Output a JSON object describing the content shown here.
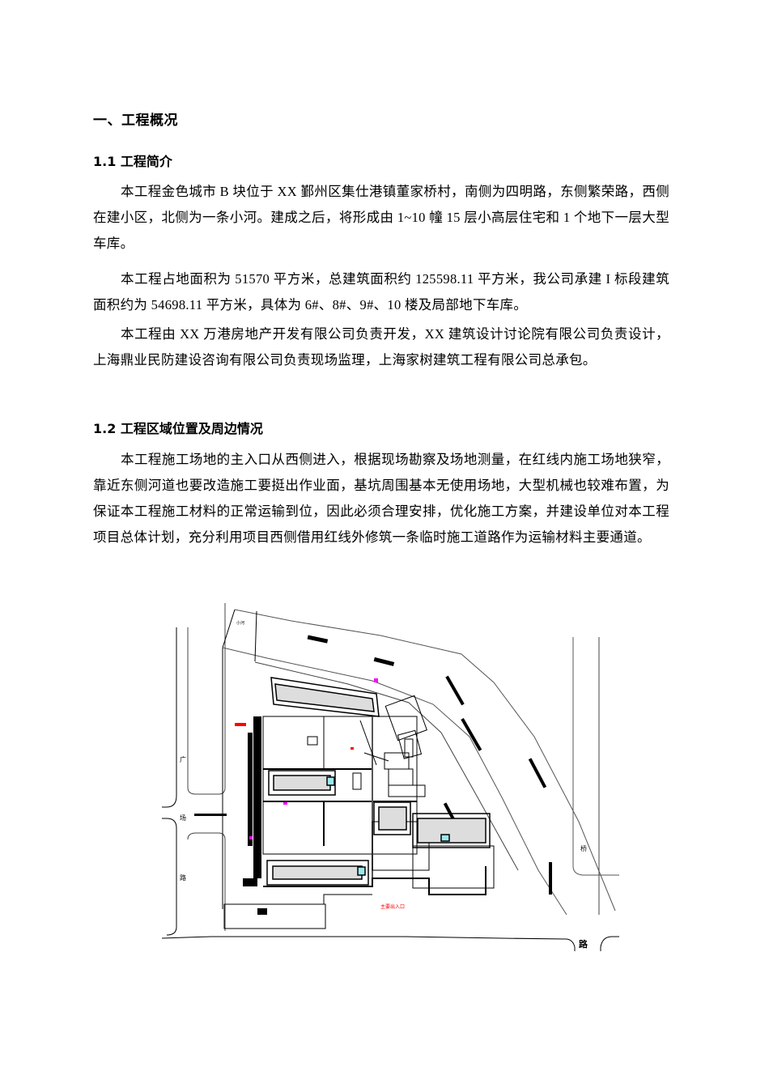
{
  "document": {
    "section_title": "一、工程概况",
    "subsections": [
      {
        "heading": "1.1 工程简介",
        "paragraphs": [
          "本工程金色城市 B 块位于 XX 鄞州区集仕港镇董家桥村，南侧为四明路，东侧繁荣路，西侧在建小区，北侧为一条小河。建成之后，将形成由 1~10 幢 15 层小高层住宅和 1 个地下一层大型车库。",
          "本工程占地面积为 51570 平方米，总建筑面积约 125598.11 平方米，我公司承建 I 标段建筑面积约为 54698.11 平方米，具体为 6#、8#、9#、10 楼及局部地下车库。",
          "本工程由 XX 万港房地产开发有限公司负责开发，XX 建筑设计讨论院有限公司负责设计，上海鼎业民防建设咨询有限公司负责现场监理，上海家树建筑工程有限公司总承包。"
        ]
      },
      {
        "heading": "1.2 工程区域位置及周边情况",
        "paragraphs": [
          "本工程施工场地的主入口从西侧进入，根据现场勘察及场地测量，在红线内施工场地狭窄，靠近东侧河道也要改造施工要挺出作业面，基坑周围基本无使用场地，大型机械也较难布置，为保证本工程施工材料的正常运输到位，因此必须合理安排，优化施工方案，并建设单位对本工程项目总体计划，充分利用项目西侧借用红线外修筑一条临时施工道路作为运输材料主要通道。"
        ]
      }
    ],
    "site_plan": {
      "labels": {
        "road_south": "路",
        "road_east": "桥",
        "road_west_1": "广",
        "road_west_2": "场",
        "road_west_3": "路",
        "red_label": "主要出入口",
        "north_corner": "小河"
      },
      "colors": {
        "line": "#000000",
        "red": "#ff0000",
        "magenta": "#ff00ff",
        "cyan": "#9be8ee"
      }
    }
  }
}
